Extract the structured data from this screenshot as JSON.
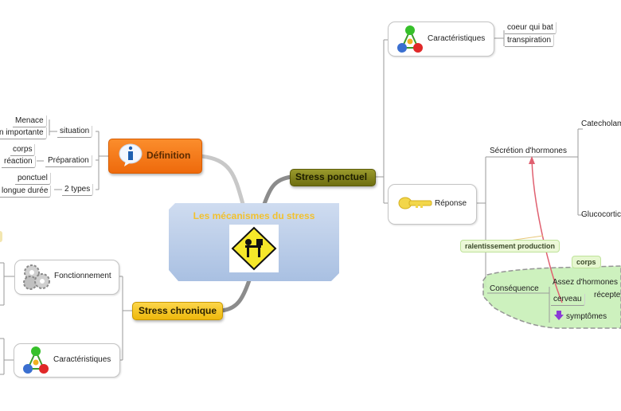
{
  "central": {
    "title": "Les mécanismes du stress",
    "icon": "stress-warning-sign-icon"
  },
  "definition": {
    "label": "Définition",
    "icon": "info-bubble-icon",
    "color": "#f07514",
    "children": [
      {
        "label": "situation",
        "children": [
          "Menace",
          "n importante"
        ]
      },
      {
        "label": "Préparation",
        "children": [
          "corps",
          "réaction"
        ]
      },
      {
        "label": "2 types",
        "children": [
          "ponctuel",
          "longue durée"
        ]
      }
    ]
  },
  "stress_chronique": {
    "label": "Stress chronique",
    "color": "#f6c624",
    "children": [
      {
        "label": "Fonctionnement",
        "icon": "gears-icon"
      },
      {
        "label": "Caractéristiques",
        "icon": "molecule-icon"
      }
    ]
  },
  "stress_ponctuel": {
    "label": "Stress ponctuel",
    "color": "#7d7d1f",
    "caracteristiques": {
      "label": "Caractéristiques",
      "icon": "molecule-icon",
      "children": [
        "coeur qui bat",
        "transpiration"
      ]
    },
    "reponse": {
      "label": "Réponse",
      "icon": "key-icon",
      "secretion": {
        "label": "Sécrétion d'hormones",
        "children": [
          "Catecholam",
          "Glucocortico"
        ]
      },
      "consequence": {
        "label": "Conséquence",
        "children": [
          "Assez d'hormones",
          "cerveau",
          "récepte",
          "symptômes"
        ],
        "callout": "corps",
        "symptom_icon": "arrow-down-icon"
      },
      "relationship_label": "ralentissement production"
    }
  }
}
